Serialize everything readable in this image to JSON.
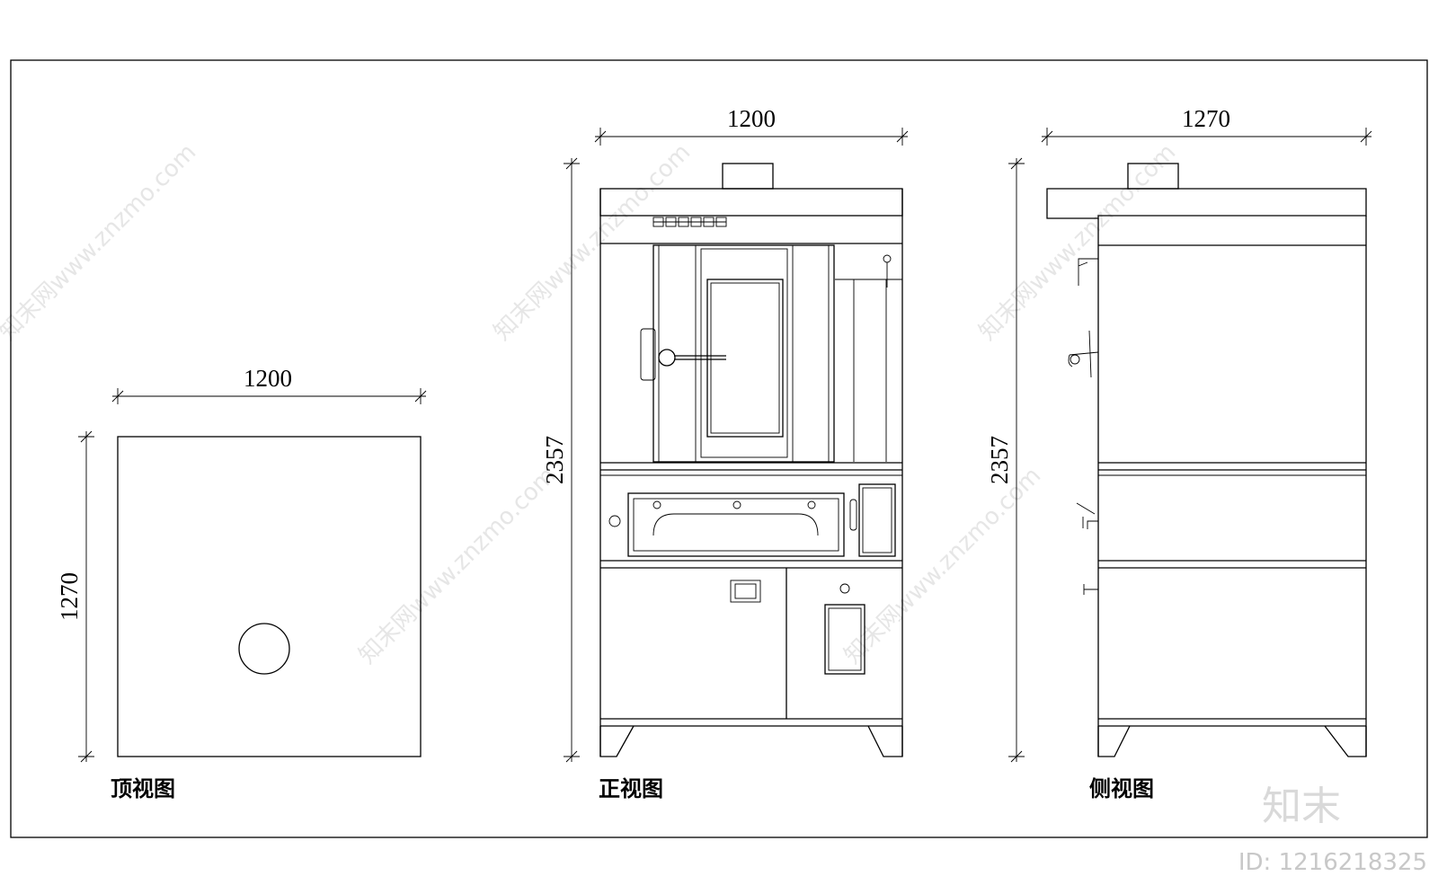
{
  "views": {
    "top": {
      "caption": "顶视图",
      "width_label": "1200",
      "depth_label": "1270"
    },
    "front": {
      "caption": "正视图",
      "width_label": "1200",
      "height_label": "2357"
    },
    "side": {
      "caption": "侧视图",
      "depth_label": "1270",
      "height_label": "2357"
    }
  },
  "watermark": {
    "brand": "知末",
    "id_label": "ID: 1216218325",
    "site_text": "知末网www.znzmo.com"
  },
  "colors": {
    "line": "#000000",
    "background": "#ffffff",
    "watermark": "#d9d9d9"
  }
}
